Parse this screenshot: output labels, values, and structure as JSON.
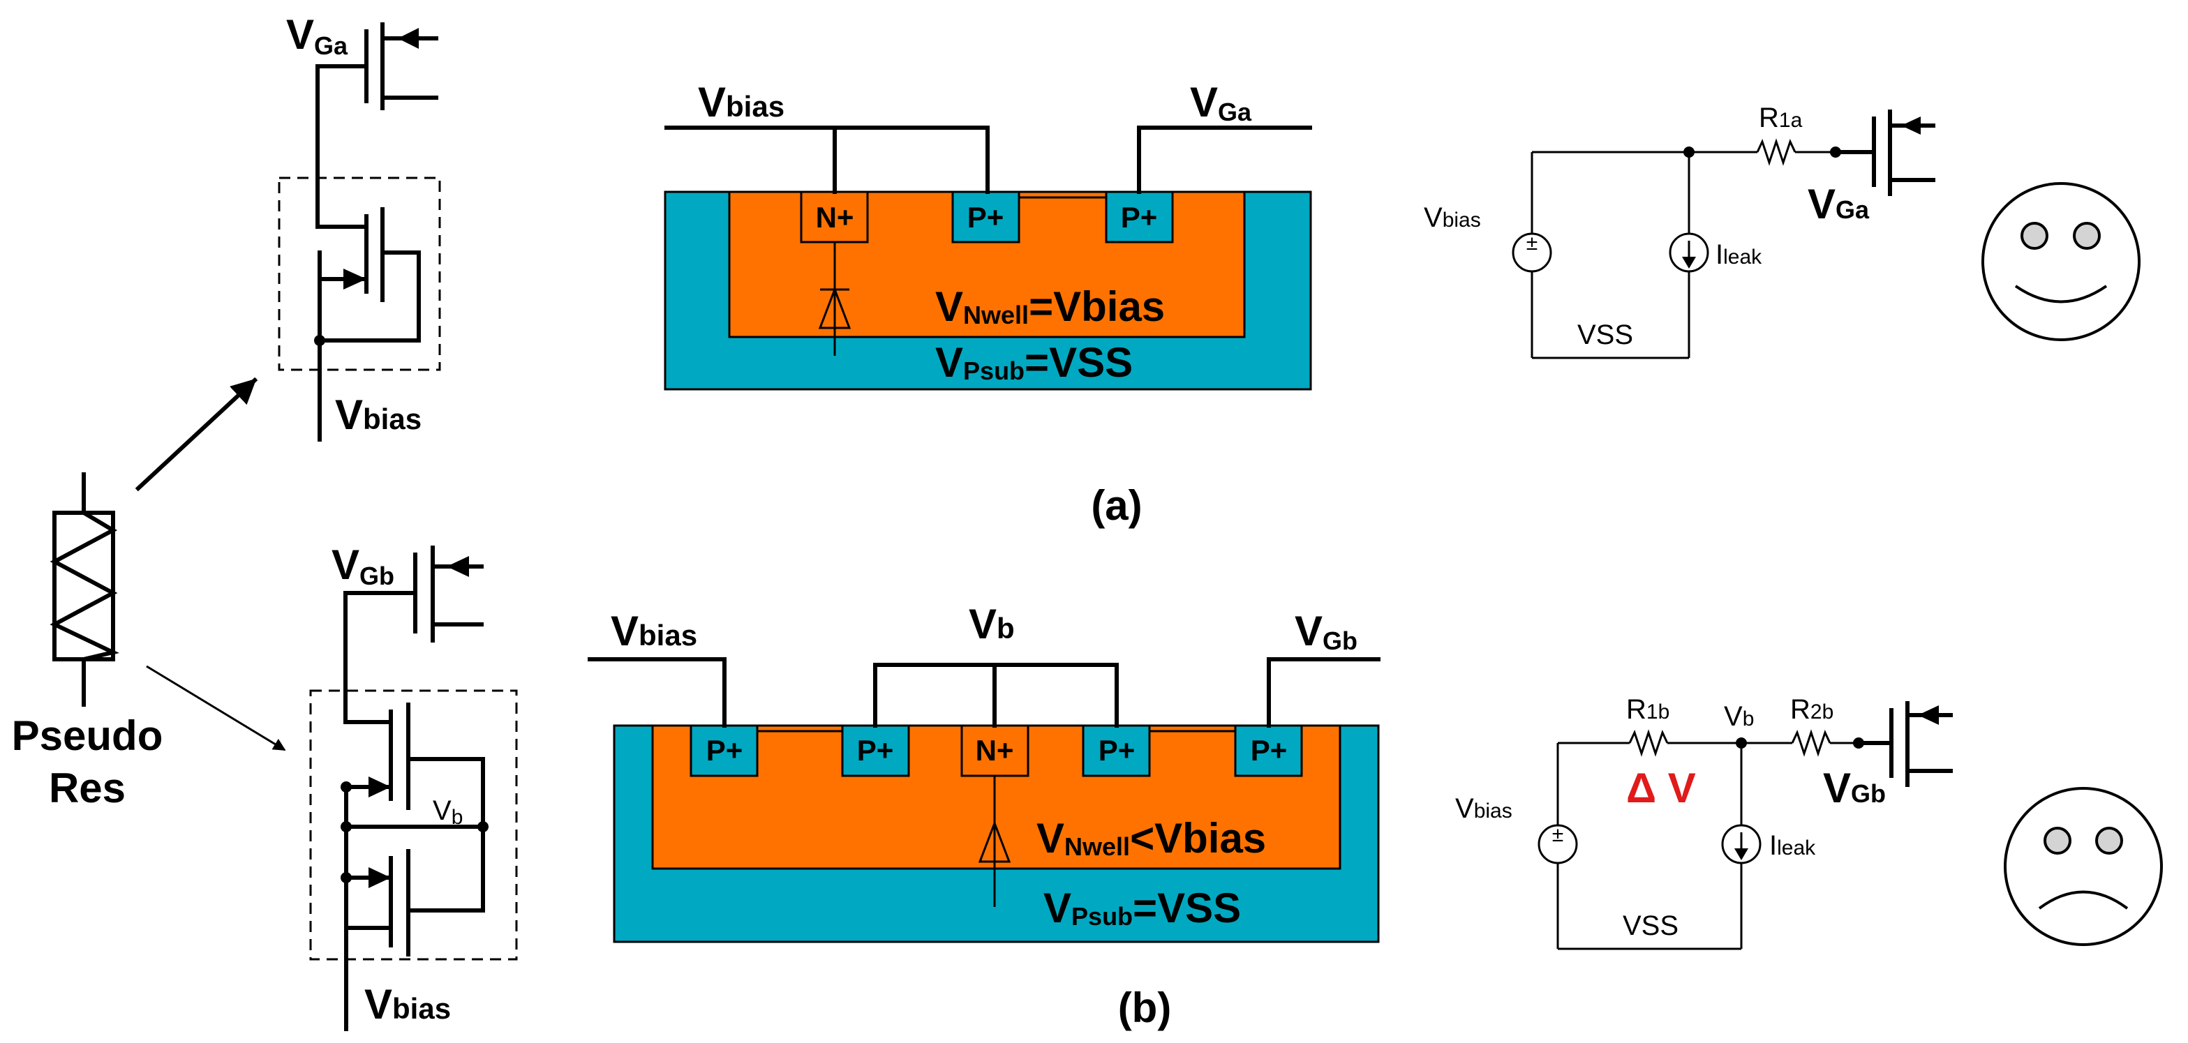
{
  "colors": {
    "substrate": "#00A9C1",
    "nwell": "#FF7200",
    "contact": "#00A9C1",
    "delta_v": "#E11A1A",
    "wire": "#000000"
  },
  "left": {
    "pseudo_res_label": [
      "Pseudo",
      "Res"
    ],
    "top_gate": {
      "V": "V",
      "sub": "Ga"
    },
    "top_bias": {
      "V": "V",
      "sub": "bias"
    },
    "bottom_gate": {
      "V": "V",
      "sub": "Gb"
    },
    "bottom_node": {
      "V": "V",
      "sub": "b"
    },
    "bottom_bias": {
      "V": "V",
      "sub": "bias"
    }
  },
  "panel_a": {
    "caption": "(a)",
    "vbias": {
      "V": "V",
      "sub": "bias"
    },
    "vga": {
      "V": "V",
      "sub": "Ga"
    },
    "contacts": [
      "N+",
      "P+",
      "P+"
    ],
    "nwell_eq": {
      "V": "V",
      "sub": "Nwell",
      "rest": "=Vbias"
    },
    "psub_eq": {
      "V": "V",
      "sub": "Psub",
      "rest": "=VSS"
    },
    "circuit": {
      "r_label": {
        "main": "R",
        "sub": "1a"
      },
      "vbias": {
        "V": "V",
        "sub": "bias"
      },
      "ileak": {
        "I": "I",
        "sub": "leak"
      },
      "vga": {
        "V": "V",
        "sub": "Ga"
      },
      "vss": "VSS"
    },
    "face": "happy-face-icon"
  },
  "panel_b": {
    "caption": "(b)",
    "vbias": {
      "V": "V",
      "sub": "bias"
    },
    "vb": {
      "V": "V",
      "sub": "b"
    },
    "vgb": {
      "V": "V",
      "sub": "Gb"
    },
    "contacts": [
      "P+",
      "P+",
      "N+",
      "P+",
      "P+"
    ],
    "nwell_eq": {
      "V": "V",
      "sub": "Nwell",
      "rest": "<Vbias"
    },
    "psub_eq": {
      "V": "V",
      "sub": "Psub",
      "rest": "=VSS"
    },
    "circuit": {
      "r1_label": {
        "main": "R",
        "sub": "1b"
      },
      "r2_label": {
        "main": "R",
        "sub": "2b"
      },
      "vb": {
        "V": "V",
        "sub": "b"
      },
      "delta_v": "Δ V",
      "vbias": {
        "V": "V",
        "sub": "bias"
      },
      "ileak": {
        "I": "I",
        "sub": "leak"
      },
      "vgb": {
        "V": "V",
        "sub": "Gb"
      },
      "vss": "VSS"
    },
    "face": "sad-face-icon"
  }
}
